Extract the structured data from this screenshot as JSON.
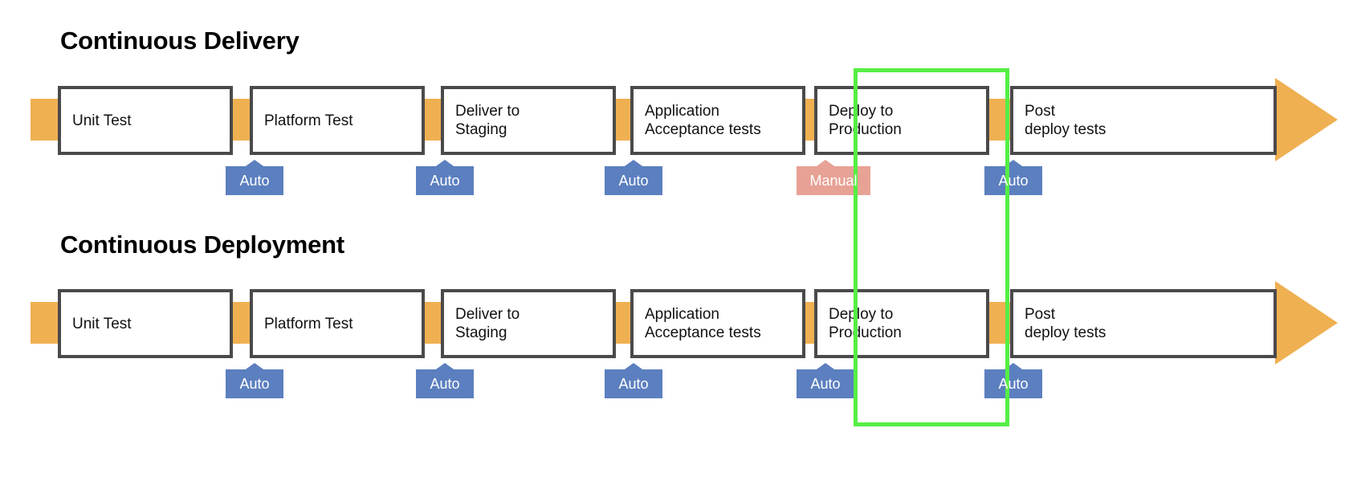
{
  "diagram": {
    "title_visible": false,
    "background": "#ffffff",
    "colors": {
      "spine": "#EFB052",
      "box_border": "#4a4a4a",
      "box_fill": "#ffffff",
      "auto_tag": "#5B7FBF",
      "manual_tag": "#E8A195",
      "highlight": "#55EE44",
      "text": "#111111"
    }
  },
  "rows": [
    {
      "heading": "Continuous Delivery",
      "stages": [
        {
          "label": "Unit Test"
        },
        {
          "label": "Platform Test"
        },
        {
          "label": "Deliver to\nStaging"
        },
        {
          "label": "Application\nAcceptance tests"
        },
        {
          "label": "Deploy to\nProduction"
        },
        {
          "label": "Post\ndeploy tests"
        }
      ],
      "triggers": [
        {
          "label": "Auto",
          "kind": "auto"
        },
        {
          "label": "Auto",
          "kind": "auto"
        },
        {
          "label": "Auto",
          "kind": "auto"
        },
        {
          "label": "Manual",
          "kind": "manual"
        },
        {
          "label": "Auto",
          "kind": "auto"
        }
      ]
    },
    {
      "heading": "Continuous Deployment",
      "stages": [
        {
          "label": "Unit Test"
        },
        {
          "label": "Platform Test"
        },
        {
          "label": "Deliver to\nStaging"
        },
        {
          "label": "Application\nAcceptance tests"
        },
        {
          "label": "Deploy to\nProduction"
        },
        {
          "label": "Post\ndeploy tests"
        }
      ],
      "triggers": [
        {
          "label": "Auto",
          "kind": "auto"
        },
        {
          "label": "Auto",
          "kind": "auto"
        },
        {
          "label": "Auto",
          "kind": "auto"
        },
        {
          "label": "Auto",
          "kind": "auto"
        },
        {
          "label": "Auto",
          "kind": "auto"
        }
      ]
    }
  ],
  "highlight": {
    "name": "deploy-to-production-highlight",
    "color": "#55EE44"
  }
}
